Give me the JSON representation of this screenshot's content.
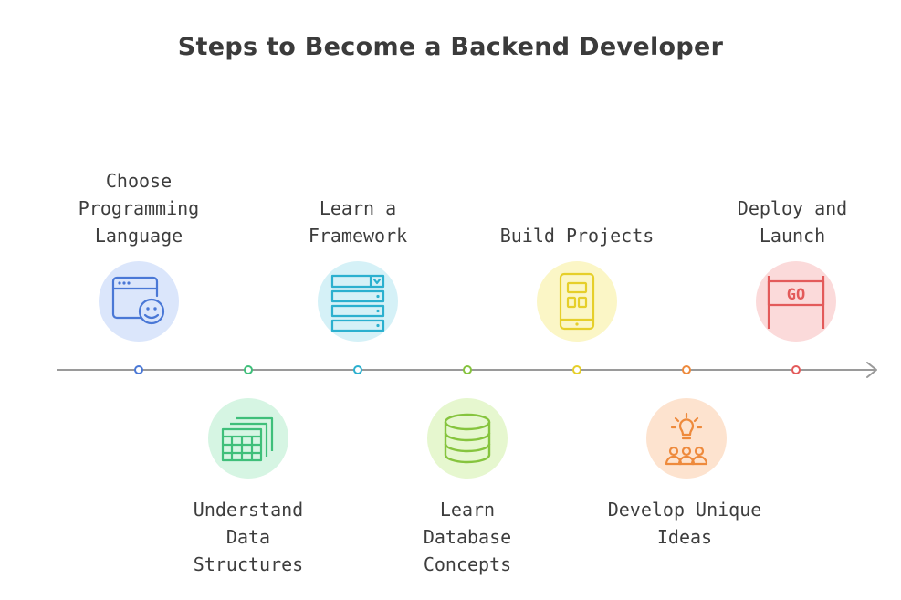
{
  "title": "Steps to Become a Backend Developer",
  "steps": [
    {
      "label": "Choose\nProgramming\nLanguage",
      "icon": "browser-face-icon",
      "fill": "#dbe6fb",
      "stroke": "#4a78d6",
      "dot": "#4a78d6"
    },
    {
      "label": "Understand\nData\nStructures",
      "icon": "stacked-tables-icon",
      "fill": "#d6f5e3",
      "stroke": "#3fbf7a",
      "dot": "#3fbf7a"
    },
    {
      "label": "Learn a\nFramework",
      "icon": "stacked-panels-icon",
      "fill": "#d5f1f7",
      "stroke": "#2bb0cf",
      "dot": "#2bb0cf"
    },
    {
      "label": "Learn\nDatabase\nConcepts",
      "icon": "database-icon",
      "fill": "#e6f7cf",
      "stroke": "#86c43e",
      "dot": "#86c43e"
    },
    {
      "label": "Build Projects",
      "icon": "mobile-app-icon",
      "fill": "#fbf6c6",
      "stroke": "#e6cf2a",
      "dot": "#e6cf2a"
    },
    {
      "label": "Develop Unique\nIdeas",
      "icon": "lightbulb-people-icon",
      "fill": "#fde3cf",
      "stroke": "#ee8a3c",
      "dot": "#ee8a3c"
    },
    {
      "label": "Deploy and\nLaunch",
      "icon": "go-banner-icon",
      "fill": "#fbdada",
      "stroke": "#e35a5a",
      "dot": "#e35a5a",
      "icon_text": "GO"
    }
  ],
  "axis_color": "#9a9a9a"
}
